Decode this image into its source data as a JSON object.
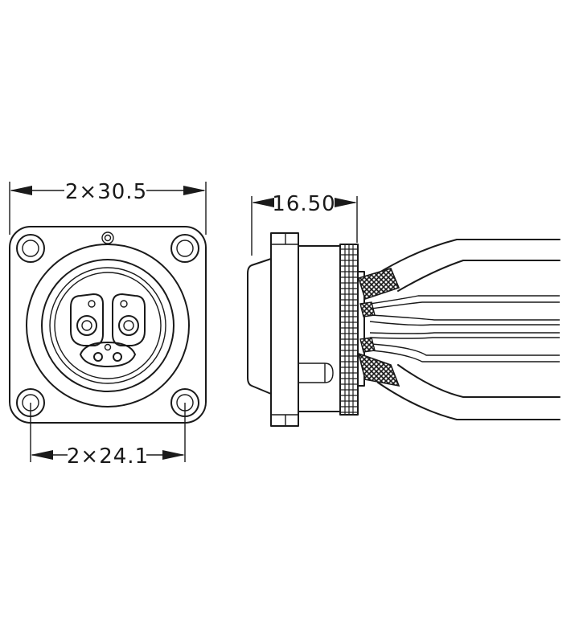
{
  "dimensions": {
    "front_width": "2×30.5",
    "hole_spacing": "2×24.1",
    "side_depth": "16.50"
  },
  "colors": {
    "line": "#1a1a1a",
    "background": "#ffffff"
  }
}
